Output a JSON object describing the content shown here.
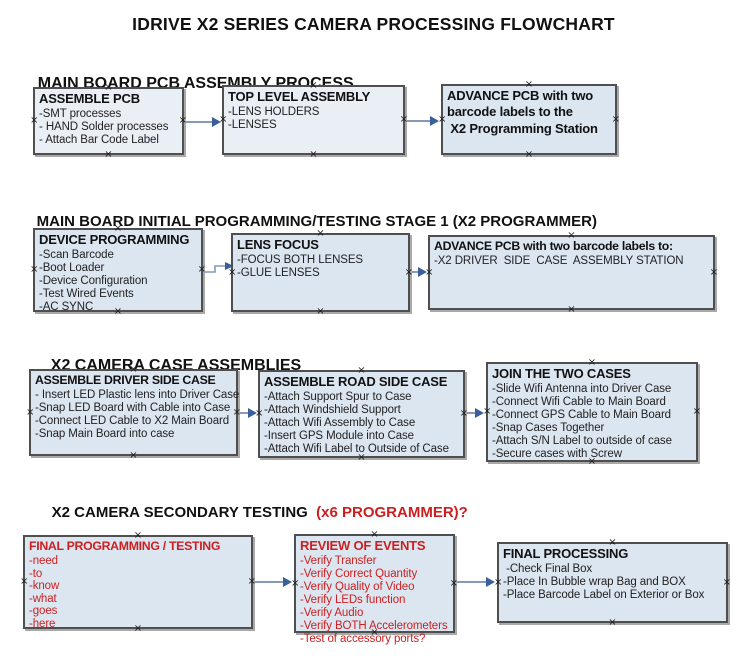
{
  "title": "IDRIVE X2  SERIES CAMERA PROCESSING FLOWCHART",
  "icons": {
    "connection_point": "×",
    "flow_arrow": "→"
  },
  "colors": {
    "box_fill": "#dce6f1",
    "box_fill_light": "#eaeef5",
    "box_border": "#4f4f4f",
    "red": "#cd1f1f",
    "arrow_line": "#8699bb",
    "arrow_head": "#3a5f9b",
    "text": "#111111"
  },
  "sections": [
    {
      "heading": "MAIN BOARD PCB ASSEMBLY PROCESS",
      "boxes": [
        {
          "title": "ASSEMBLE PCB",
          "text_color": "black",
          "items": [
            "-SMT processes",
            "- HAND Solder processes",
            "- Attach Bar Code Label"
          ]
        },
        {
          "title": "TOP LEVEL ASSEMBLY",
          "text_color": "black",
          "items": [
            "-LENS HOLDERS",
            "-LENSES"
          ]
        },
        {
          "title": "ADVANCE PCB with two barcode labels to the\n X2 Programming Station",
          "text_color": "black",
          "items": []
        }
      ]
    },
    {
      "heading": "MAIN BOARD INITIAL PROGRAMMING/TESTING STAGE 1 (X2 PROGRAMMER)",
      "boxes": [
        {
          "title": "DEVICE PROGRAMMING",
          "text_color": "black",
          "items": [
            "-Scan Barcode",
            "-Boot Loader",
            "-Device Configuration",
            "-Test Wired Events",
            "-AC SYNC"
          ]
        },
        {
          "title": "LENS FOCUS",
          "text_color": "black",
          "items": [
            "-FOCUS BOTH LENSES",
            "-GLUE LENSES"
          ]
        },
        {
          "title": "ADVANCE PCB with two barcode labels to:",
          "text_color": "black",
          "items": [
            "-X2 DRIVER  SIDE  CASE  ASSEMBLY STATION"
          ]
        }
      ]
    },
    {
      "heading": "X2 CAMERA CASE ASSEMBLIES",
      "boxes": [
        {
          "title": "ASSEMBLE DRIVER SIDE CASE",
          "text_color": "black",
          "items": [
            "- Insert LED Plastic lens into Driver Case",
            "-Snap LED Board with Cable into Case",
            "-Connect LED Cable to X2 Main Board",
            "-Snap Main Board into case"
          ]
        },
        {
          "title": "ASSEMBLE ROAD SIDE CASE",
          "text_color": "black",
          "items": [
            "-Attach Support Spur to Case",
            "-Attach Windshield Support",
            "-Attach Wifi Assembly to Case",
            "-Insert GPS Module into Case",
            "-Attach Wifi Label to Outside of Case"
          ]
        },
        {
          "title": "JOIN THE TWO CASES",
          "text_color": "black",
          "items": [
            "-Slide Wifi Antenna into Driver Case",
            "-Connect Wifi Cable to Main Board",
            "-Connect GPS Cable to Main Board",
            "-Snap Cases Together",
            "-Attach S/N Label to outside of case",
            "-Secure cases with Screw"
          ]
        }
      ]
    },
    {
      "heading": "X2 CAMERA SECONDARY TESTING  ",
      "heading_suffix_red": "(x6 PROGRAMMER)?",
      "boxes": [
        {
          "title": "FINAL PROGRAMMING / TESTING",
          "text_color": "red",
          "items": [
            "-need",
            "-to",
            "-know",
            "-what",
            "-goes",
            "-here"
          ]
        },
        {
          "title": "REVIEW OF EVENTS",
          "text_color": "red",
          "items": [
            "-Verify Transfer",
            "-Verify Correct Quantity",
            "-Verify Quality of Video",
            "-Verify LEDs function",
            "-Verify Audio",
            "-Verify BOTH Accelerometers",
            "-Test of accessory ports?"
          ]
        },
        {
          "title": "FINAL PROCESSING",
          "text_color": "black",
          "items": [
            " -Check Final Box",
            "-Place In Bubble wrap Bag and BOX",
            "-Place Barcode Label on Exterior or Box"
          ]
        }
      ]
    }
  ]
}
